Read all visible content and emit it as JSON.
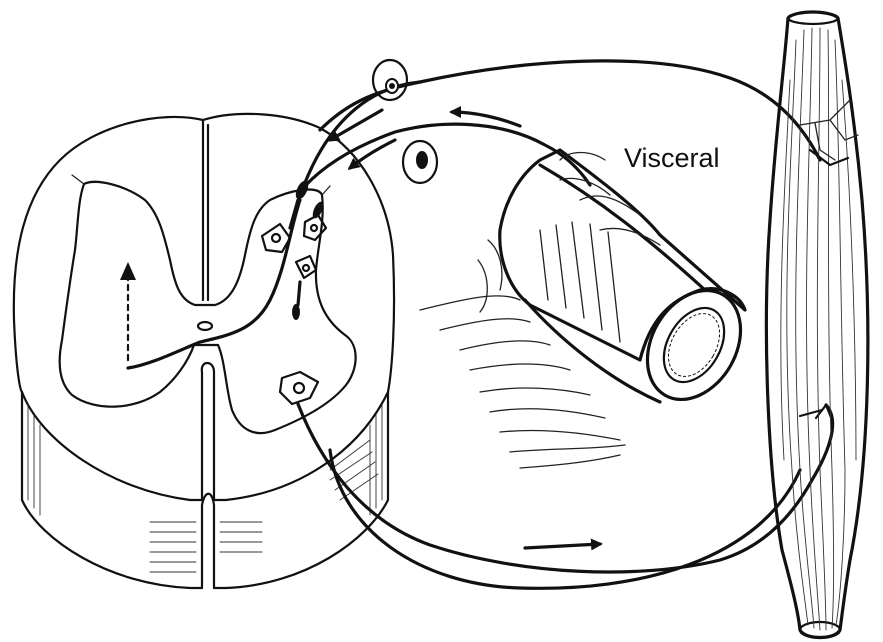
{
  "figure": {
    "labels": {
      "visceral": "Visceral"
    },
    "icons": [
      "spinal-cord-cross-section",
      "dorsal-root-ganglion-cell",
      "visceral-organ-intestine",
      "skeletal-muscle",
      "interneuron-cell",
      "motor-neuron-cell",
      "flow-arrow"
    ],
    "colors": {
      "ink": "#111111",
      "background": "#ffffff"
    }
  }
}
